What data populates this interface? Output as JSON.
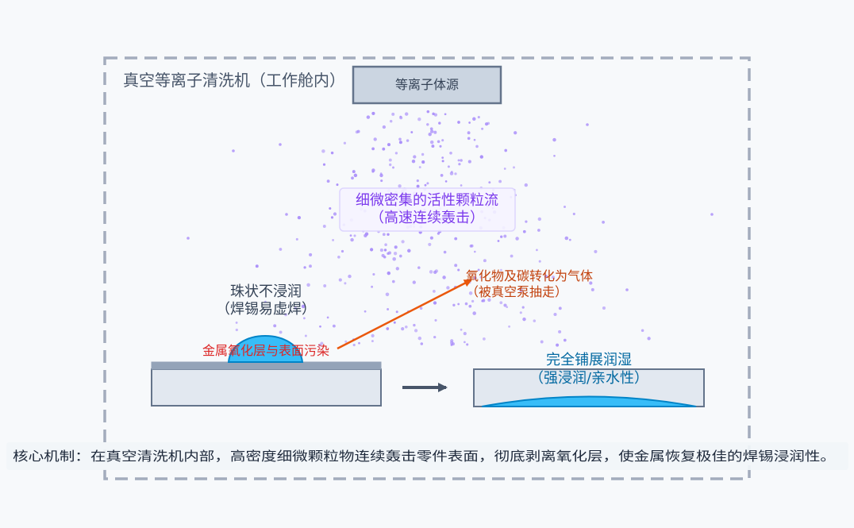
{
  "chamber": {
    "title": "真空等离子清洗机（工作舱内）"
  },
  "plasma_source": {
    "label": "等离子体源"
  },
  "particle_stream": {
    "line1": "细微密集的活性颗粒流",
    "line2": "（高速连续轰击）"
  },
  "before": {
    "droplet_line1": "珠状不浸润",
    "droplet_line2": "（焊锡易虚焊）",
    "oxide_label": "金属氧化层与表面污染"
  },
  "reaction": {
    "line1": "氧化物及碳转化为气体",
    "line2": "（被真空泵抽走）"
  },
  "after": {
    "line1": "完全铺展润湿",
    "line2": "（强浸润/亲水性）"
  },
  "footer": {
    "mechanism": "核心机制：在真空清洗机内部，高密度细微颗粒物连续轰击零件表面，彻底剥离氧化层，使金属恢复极佳的焊锡浸润性。"
  },
  "colors": {
    "chamber_border": "#a3acbd",
    "source_fill": "#cbd5e1",
    "source_stroke": "#64748b",
    "particle": "#a78bfa",
    "stream_text": "#7c3aed",
    "stream_box_fill": "#f5f3ff",
    "stream_box_stroke": "#ddd6fe",
    "oxide_text": "#dc2626",
    "reaction_text": "#c2410c",
    "arrow": "#ea580c",
    "water": "#38bdf8",
    "water_stroke": "#0284c7",
    "after_text": "#0369a1",
    "substrate_fill": "#e2e8f0",
    "substrate_stroke": "#64748b",
    "text_dark": "#334155"
  }
}
